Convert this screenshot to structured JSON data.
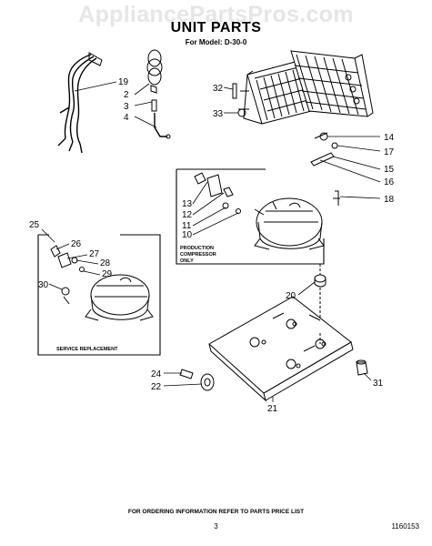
{
  "watermark": "AppliancePartsPros.com",
  "title": "UNIT PARTS",
  "subtitle": "For Model: D-30-0",
  "callouts": [
    "19",
    "2",
    "3",
    "4",
    "32",
    "33",
    "14",
    "17",
    "15",
    "16",
    "18",
    "13",
    "12",
    "11",
    "10",
    "25",
    "26",
    "27",
    "28",
    "29",
    "30",
    "20",
    "24",
    "22",
    "21",
    "31"
  ],
  "box_labels": {
    "production_line1": "PRODUCTION",
    "production_line2": "COMPRESSOR",
    "production_line3": "ONLY",
    "service": "SERVICE REPLACEMENT"
  },
  "footer": {
    "note": "FOR ORDERING INFORMATION REFER TO PARTS PRICE LIST",
    "page": "3",
    "part_number": "1160153"
  }
}
